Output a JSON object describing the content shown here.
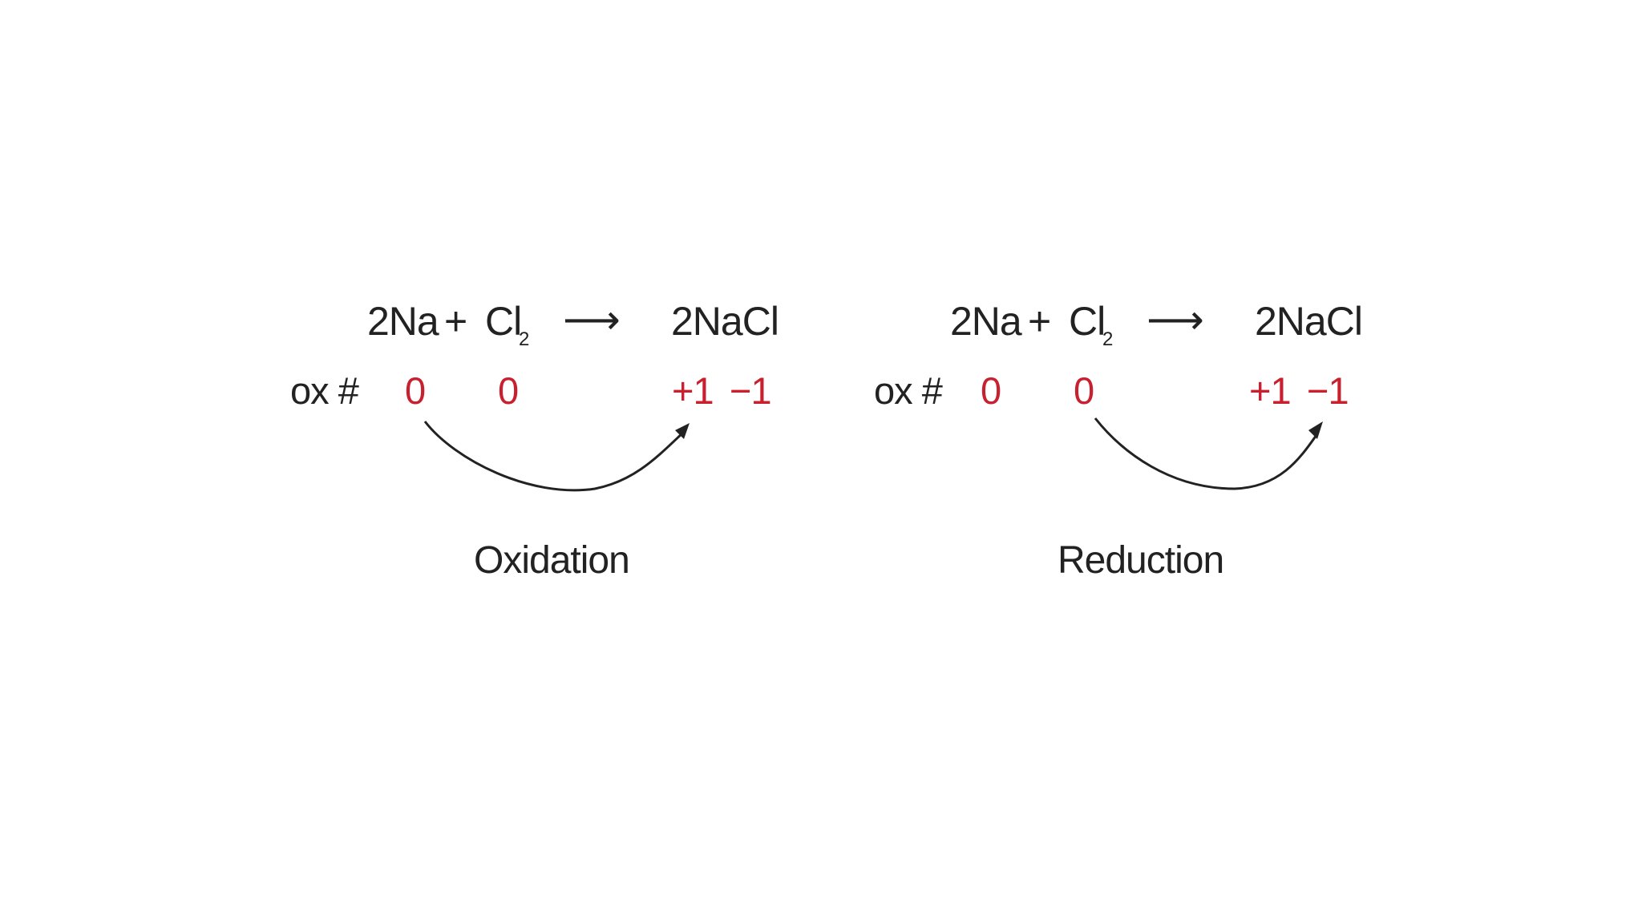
{
  "panels": [
    {
      "id": "oxidation",
      "equation": {
        "reactant_1": "2Na",
        "plus": "+",
        "reactant_2": "Cl",
        "reactant_2_subscript": "2",
        "arrow": "⟶",
        "product": "2NaCl"
      },
      "ox_label": "ox #",
      "ox_numbers": [
        "0",
        "0",
        "+1",
        "−1"
      ],
      "caption": "Oxidation"
    },
    {
      "id": "reduction",
      "equation": {
        "reactant_1": "2Na",
        "plus": "+",
        "reactant_2": "Cl",
        "reactant_2_subscript": "2",
        "arrow": "⟶",
        "product": "2NaCl"
      },
      "ox_label": "ox #",
      "ox_numbers": [
        "0",
        "0",
        "+1",
        "−1"
      ],
      "caption": "Reduction"
    }
  ],
  "colors": {
    "text": "#222222",
    "oxidation_number": "#c8202f",
    "background": "#ffffff"
  }
}
